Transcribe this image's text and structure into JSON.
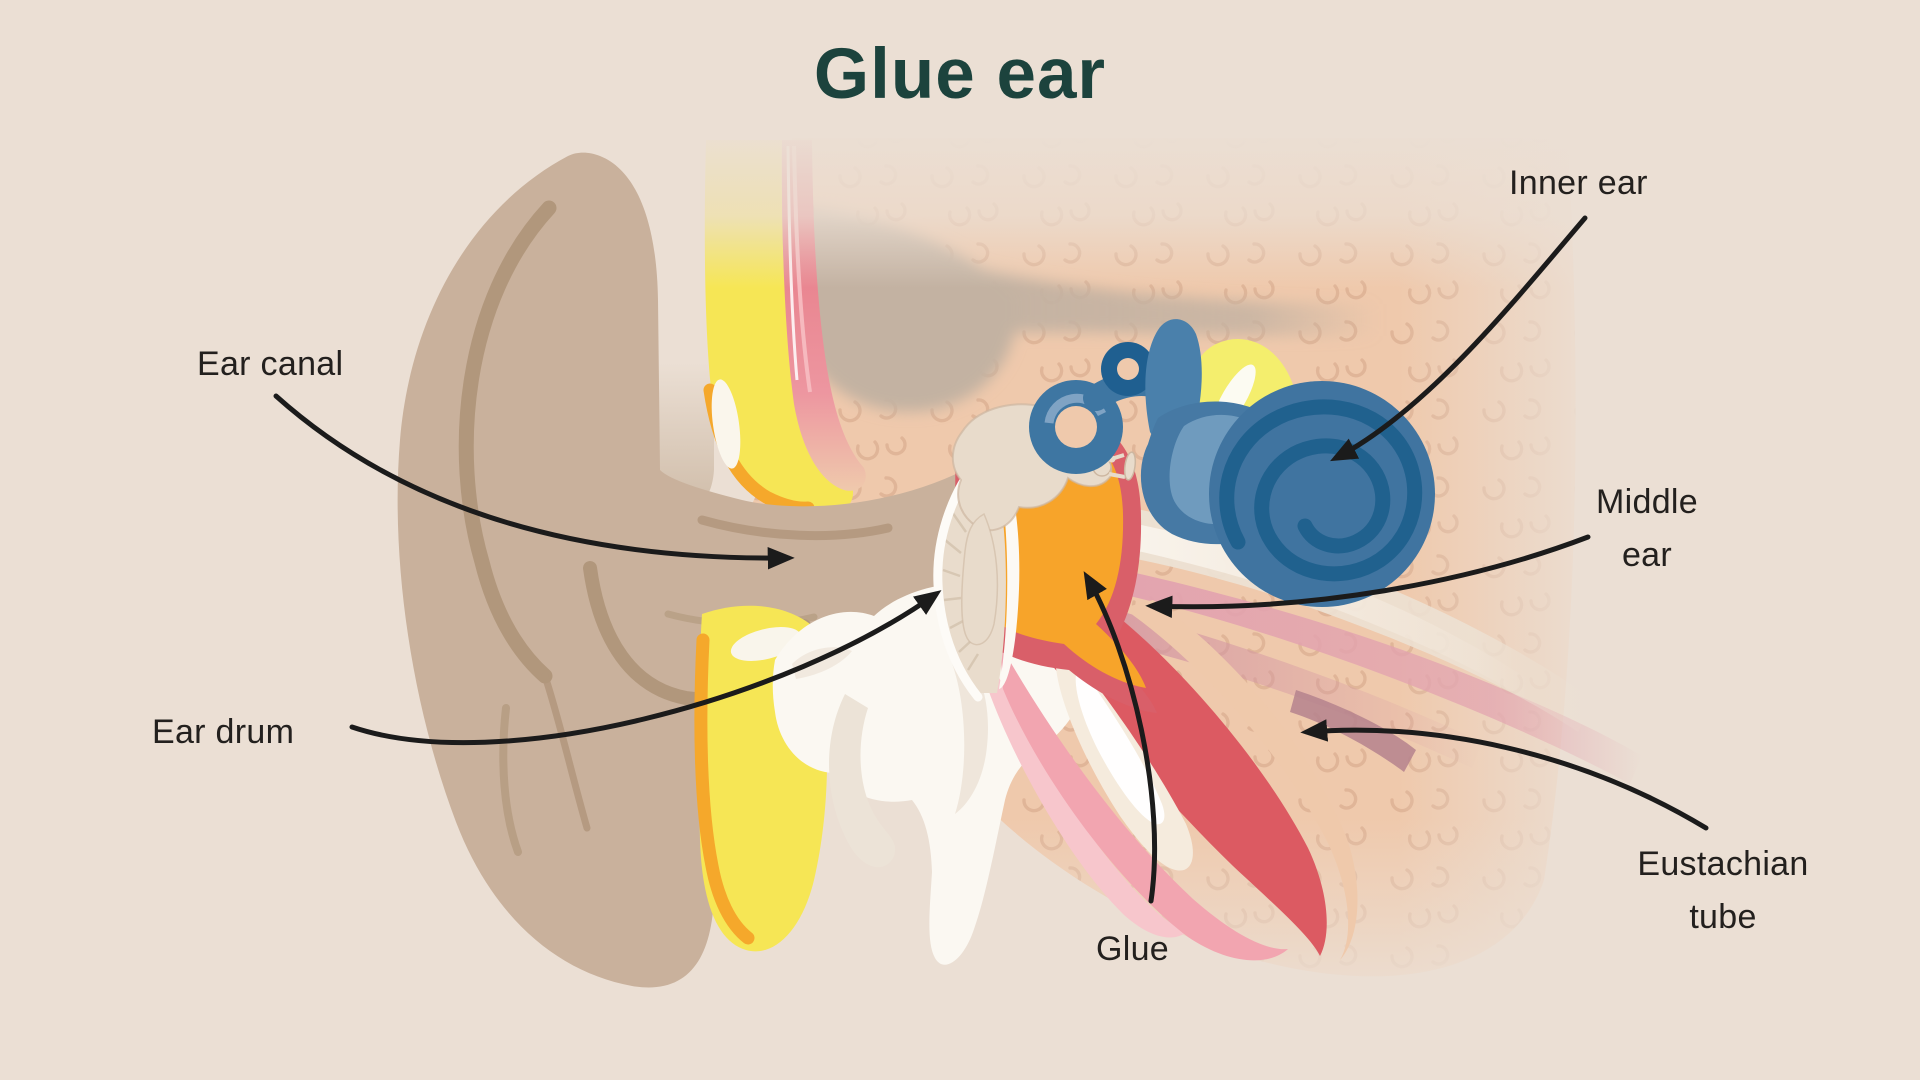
{
  "title": "Glue ear",
  "labels": {
    "ear_canal": "Ear canal",
    "ear_drum": "Ear drum",
    "glue": "Glue",
    "inner_ear": "Inner ear",
    "middle_ear": "Middle\near",
    "eustachian_tube": "Eustachian\ntube"
  },
  "colors": {
    "background": "#EBDFD4",
    "title_text": "#1C433D",
    "label_text": "#23201E",
    "arrow": "#1B1B1B",
    "outer_ear_skin": "#C9B19C",
    "skin_fold_shadow": "#B1977C",
    "skull_bone": "#EFC9AC",
    "bone_texture": "#D2A284",
    "scalp_band": "#C3B2A2",
    "cartilage_yellow": "#F6E655",
    "cartilage_orange_edge": "#F5A82B",
    "membrane_red_stripe": "#E4707C",
    "middle_ear_lining_red": "#D95F69",
    "glue_orange": "#F7A42A",
    "eardrum_cream": "#E9DCCC",
    "ossicle_cream": "#E8DBCB",
    "inner_ear_blue": "#4074A0",
    "inner_ear_dark_blue": "#1F5F90",
    "inner_ear_light_blue": "#6F9BBE",
    "inner_ear_spiral": "#20618E",
    "inner_ear_yellow": "#F4EE6D",
    "eustachian_red": "#DC5A62",
    "eustachian_pink": "#F2A5B0",
    "jaw_bone_white": "#FBF8F2"
  }
}
